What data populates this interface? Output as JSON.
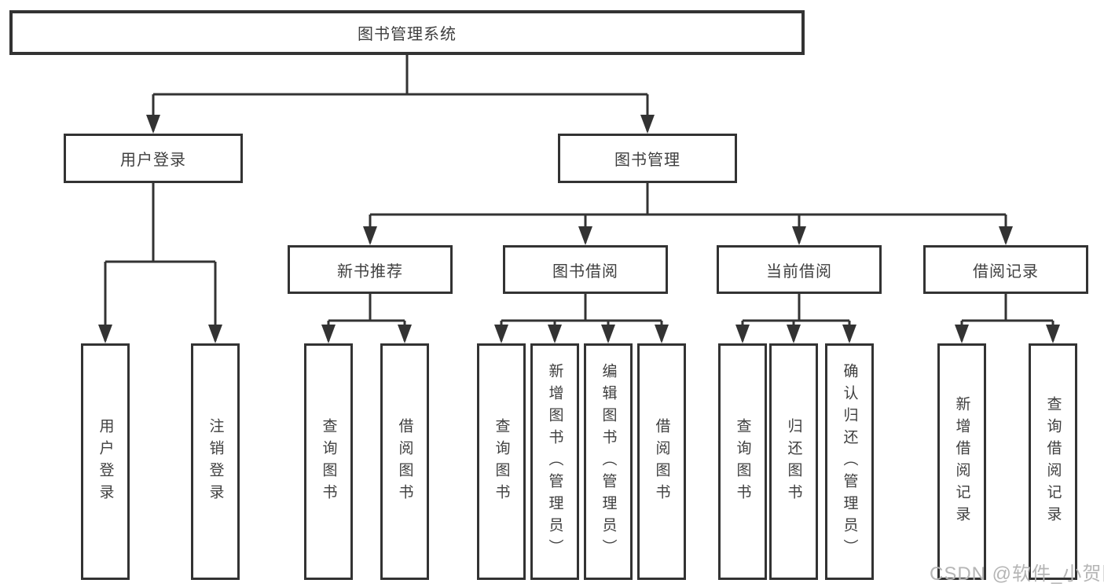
{
  "diagram": {
    "title_node": {
      "label": "图书管理系统"
    },
    "level2": [
      {
        "label": "用户登录"
      },
      {
        "label": "图书管理"
      }
    ],
    "level3": [
      {
        "label": "新书推荐"
      },
      {
        "label": "图书借阅"
      },
      {
        "label": "当前借阅"
      },
      {
        "label": "借阅记录"
      }
    ],
    "leaves": [
      {
        "label": "用户登录"
      },
      {
        "label": "注销登录"
      },
      {
        "label": "查询图书"
      },
      {
        "label": "借阅图书"
      },
      {
        "label": "查询图书"
      },
      {
        "label": "新增图书（管理员）"
      },
      {
        "label": "编辑图书（管理员）"
      },
      {
        "label": "借阅图书"
      },
      {
        "label": "查询图书"
      },
      {
        "label": "归还图书"
      },
      {
        "label": "确认归还（管理员）"
      },
      {
        "label": "新增借阅记录"
      },
      {
        "label": "查询借阅记录"
      }
    ]
  },
  "watermark": {
    "text": "CSDN @软件_小贺同学"
  },
  "colors": {
    "line": "#333333",
    "text": "#3f3f3f",
    "watermark": "#b5b5b5",
    "background": "#ffffff"
  }
}
